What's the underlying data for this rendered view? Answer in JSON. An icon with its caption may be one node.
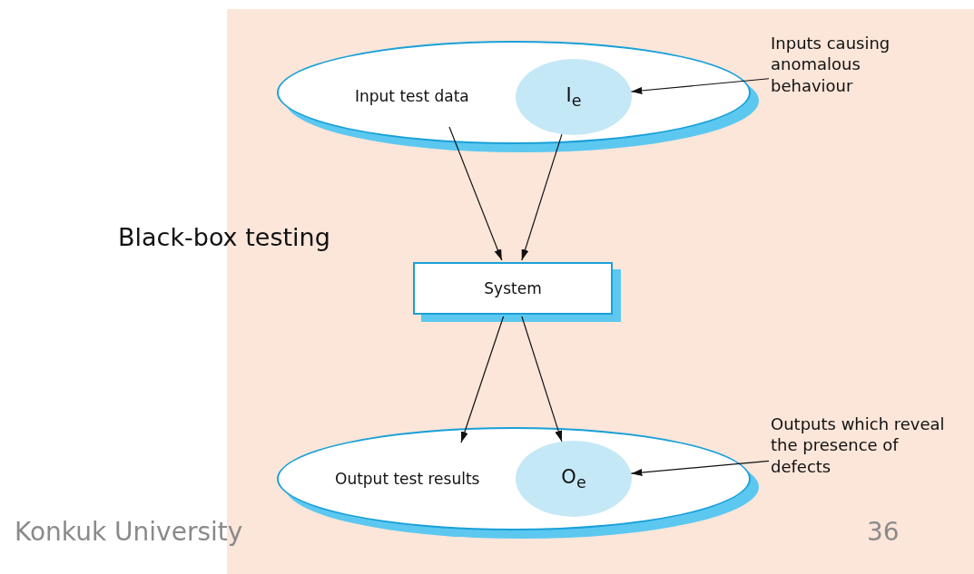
{
  "diagram": {
    "title": "Black-box testing",
    "nodes": [
      {
        "text": [
          "Input test data"
        ]
      },
      {
        "text": [
          "I$_{e}$"
        ],
        "in": 0
      },
      {
        "text": [
          "Inputs causing anomalous behaviour"
        ]
      },
      {
        "text": [
          "System"
        ]
      },
      {
        "text": [
          "Output test results"
        ]
      },
      {
        "text": [
          "O$_{e}$"
        ],
        "in": 4
      },
      {
        "text": [
          "Outputs which reveal the presence of defects"
        ]
      }
    ],
    "edges": [
      {
        "from": 2,
        "to": 1,
        "arrow": "to"
      },
      {
        "from": 0,
        "to": 3,
        "arrow": "to"
      },
      {
        "from": 1,
        "to": 3,
        "arrow": "to"
      },
      {
        "from": 3,
        "to": 4,
        "arrow": "to"
      },
      {
        "from": 3,
        "to": 5,
        "arrow": "to"
      },
      {
        "from": 6,
        "to": 5,
        "arrow": "to"
      }
    ],
    "labels": [
      "Konkuk University",
      "36"
    ]
  }
}
